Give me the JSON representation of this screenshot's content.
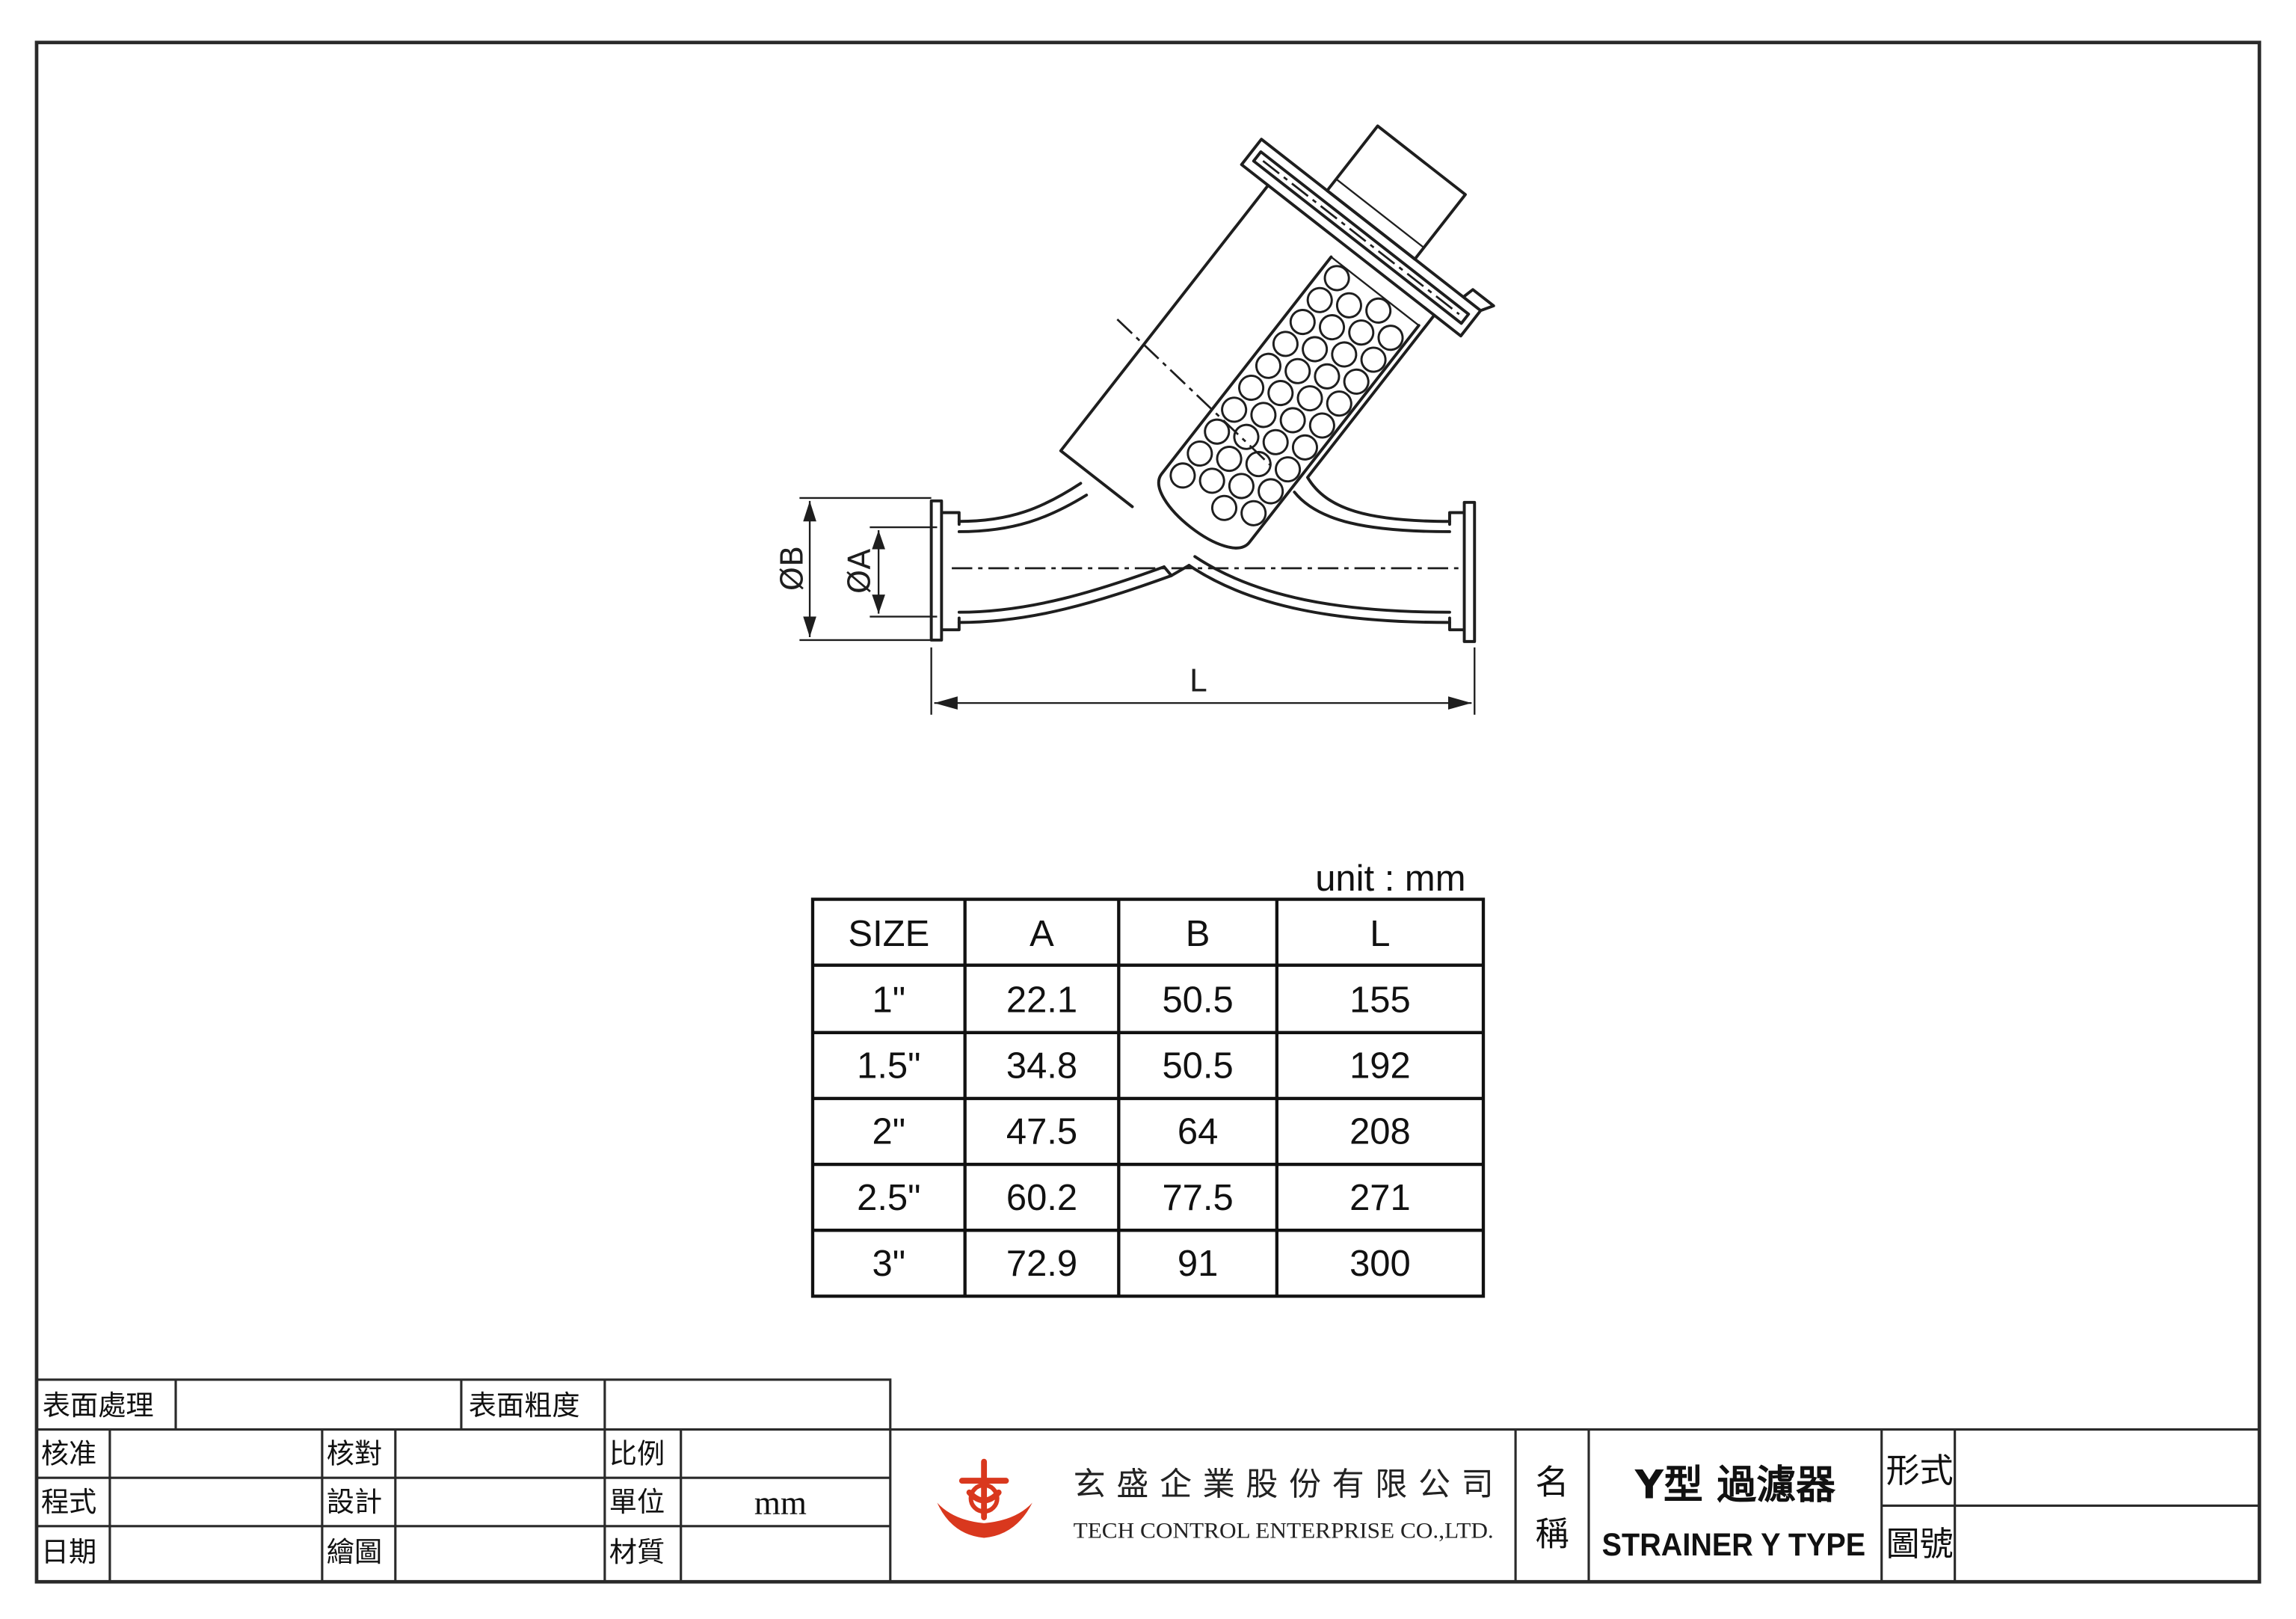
{
  "drawing": {
    "dim_b": "ØB",
    "dim_a": "ØA",
    "dim_l": "L"
  },
  "unit_label": "unit : mm",
  "table": {
    "headers": [
      "SIZE",
      "A",
      "B",
      "L"
    ],
    "rows": [
      [
        "1\"",
        "22.1",
        "50.5",
        "155"
      ],
      [
        "1.5\"",
        "34.8",
        "50.5",
        "192"
      ],
      [
        "2\"",
        "47.5",
        "64",
        "208"
      ],
      [
        "2.5\"",
        "60.2",
        "77.5",
        "271"
      ],
      [
        "3\"",
        "72.9",
        "91",
        "300"
      ]
    ]
  },
  "title_block": {
    "surface_treatment": "表面處理",
    "surface_roughness": "表面粗度",
    "approved": "核准",
    "checked": "核對",
    "scale": "比例",
    "program": "程式",
    "design": "設計",
    "unit": "單位",
    "unit_value": "mm",
    "date": "日期",
    "drawn": "繪圖",
    "material": "材質",
    "company_zh": "玄盛企業股份有限公司",
    "company_en": "TECH CONTROL ENTERPRISE CO.,LTD.",
    "name_label_1": "名",
    "name_label_2": "稱",
    "product_zh": "Y型 過濾器",
    "product_en": "STRAINER Y TYPE",
    "form_label": "形式",
    "drawing_no_label": "圖號"
  },
  "colors": {
    "line": "#1e1e1e",
    "logo": "#d9381e"
  }
}
